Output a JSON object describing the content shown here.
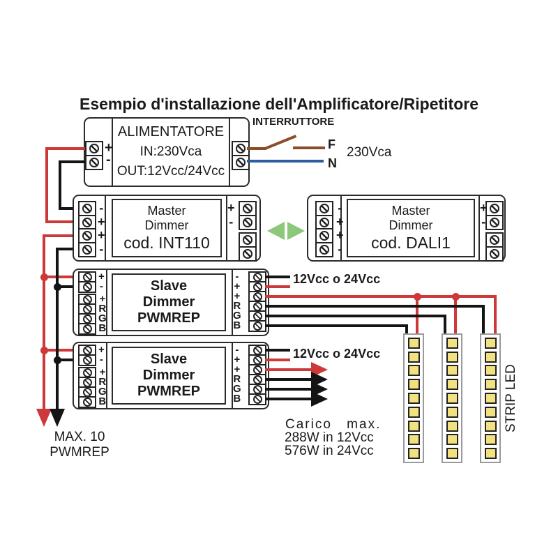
{
  "title": "Esempio d'installazione dell'Amplificatore/Ripetitore",
  "colors": {
    "wire_red": "#cc3938",
    "wire_black": "#141414",
    "wire_brown": "#8b4d2b",
    "wire_blue": "#2e5d9e",
    "arrow_green": "#8cc87a",
    "led_yellow": "#f1e27f"
  },
  "alimentatore": {
    "name": "ALIMENTATORE",
    "line_in": "IN:230Vca",
    "line_out": "OUT:12Vcc/24Vcc",
    "plus": "+",
    "minus": "-"
  },
  "interruttore": {
    "label": "INTERRUTTORE",
    "phase": "F",
    "neutral": "N",
    "voltage": "230Vca"
  },
  "int110": {
    "line1": "Master",
    "line2": "Dimmer",
    "line3": "cod. INT110",
    "left": [
      "-",
      "+",
      "+",
      "-"
    ],
    "right": [
      "+",
      "-"
    ]
  },
  "dali1": {
    "line1": "Master",
    "line2": "Dimmer",
    "line3": "cod. DALI1",
    "left": [
      "-",
      "+",
      "+",
      "-"
    ],
    "right": [
      "+",
      "-"
    ]
  },
  "slave1": {
    "line1": "Slave",
    "line2": "Dimmer",
    "line3": "PWMREP",
    "left_top": [
      "+",
      "-"
    ],
    "left_bottom": [
      "+",
      "R",
      "G",
      "B"
    ],
    "right": [
      "-",
      "+",
      "+",
      "R",
      "G",
      "B"
    ],
    "supply": "12Vcc o 24Vcc"
  },
  "slave2": {
    "line1": "Slave",
    "line2": "Dimmer",
    "line3": "PWMREP",
    "left_top": [
      "+",
      "-"
    ],
    "left_bottom": [
      "+",
      "R",
      "G",
      "B"
    ],
    "right": [
      "-",
      "+",
      "+",
      "R",
      "G",
      "B"
    ],
    "supply": "12Vcc o 24Vcc"
  },
  "notes": {
    "max_line1": "MAX. 10",
    "max_line2": "PWMREP",
    "load_line1": "Carico  max.",
    "load_line2": "288W in 12Vcc",
    "load_line3": "576W in 24Vcc",
    "strip_label": "STRIP LED"
  }
}
